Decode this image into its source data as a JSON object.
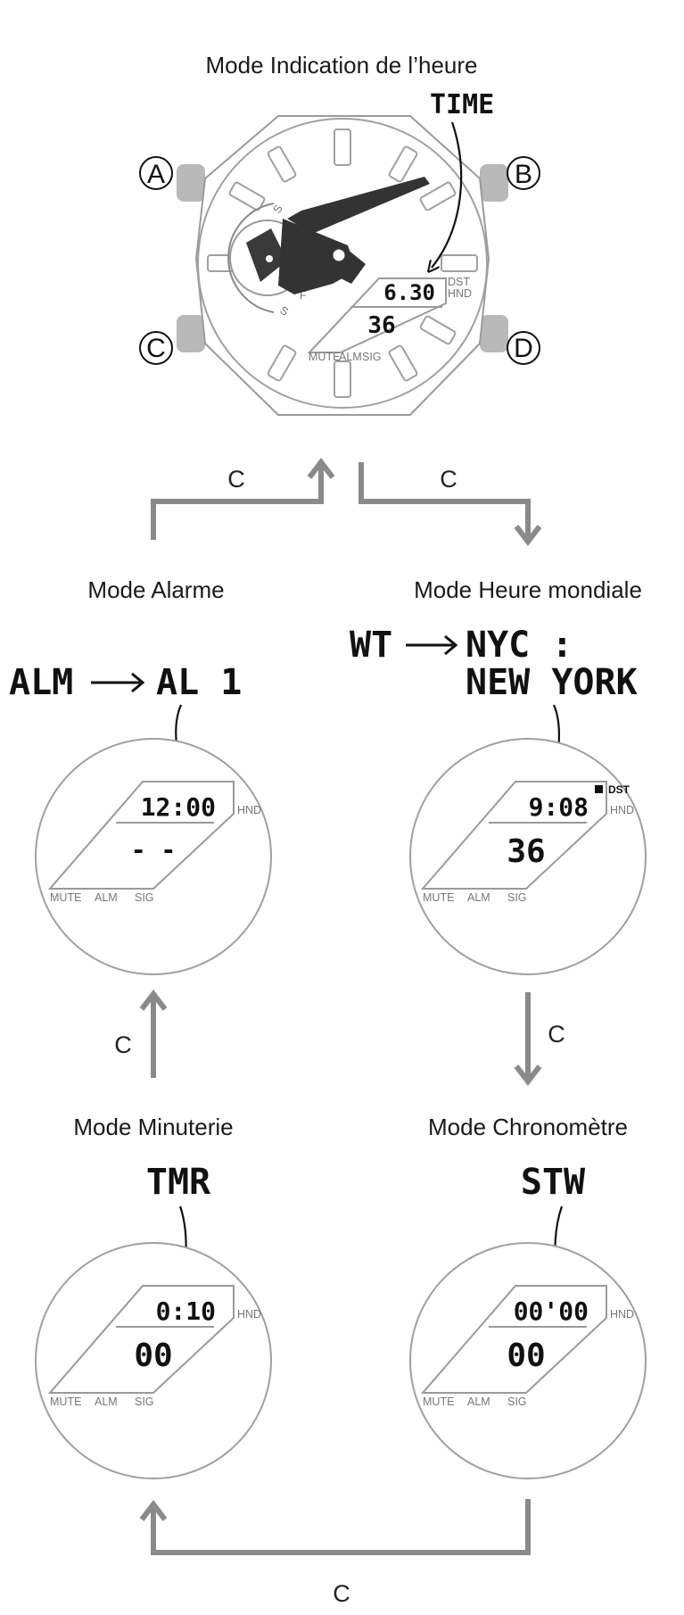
{
  "modes": {
    "timekeeping": {
      "title": "Mode Indication de l’heure",
      "code": "TIME",
      "upper_display": "6.30",
      "lower_display": "36",
      "indicator_dst": "DST",
      "indicator_hnd": "HND",
      "labels": [
        "MUTE",
        "ALM",
        "SIG"
      ],
      "subdial_letters": [
        "S",
        "F",
        "S"
      ],
      "buttons": [
        "A",
        "B",
        "C",
        "D"
      ]
    },
    "alarm": {
      "title": "Mode Alarme",
      "code_from": "ALM",
      "code_to": "AL 1",
      "upper_display": "12:00",
      "lower_display": "- -",
      "indicator_hnd": "HND",
      "labels": [
        "MUTE",
        "ALM",
        "SIG"
      ]
    },
    "world_time": {
      "title": "Mode Heure mondiale",
      "code_from": "WT",
      "code_to": "NYC :",
      "code_line2": "NEW  YORK",
      "upper_display": "9:08",
      "lower_display": "36",
      "indicator_dst": "DST",
      "indicator_hnd": "HND",
      "labels": [
        "MUTE",
        "ALM",
        "SIG"
      ]
    },
    "timer": {
      "title": "Mode Minuterie",
      "code": "TMR",
      "upper_display": "0:10",
      "lower_display": "00",
      "indicator_hnd": "HND",
      "labels": [
        "MUTE",
        "ALM",
        "SIG"
      ]
    },
    "stopwatch": {
      "title": "Mode Chronomètre",
      "code": "STW",
      "upper_display": "00'00",
      "lower_display": "00",
      "indicator_hnd": "HND",
      "labels": [
        "MUTE",
        "ALM",
        "SIG"
      ]
    }
  },
  "flow": {
    "button_label": "C"
  },
  "colors": {
    "arrow": "#8a8a8a",
    "outline": "#9a9a9a",
    "ink": "#111111"
  }
}
